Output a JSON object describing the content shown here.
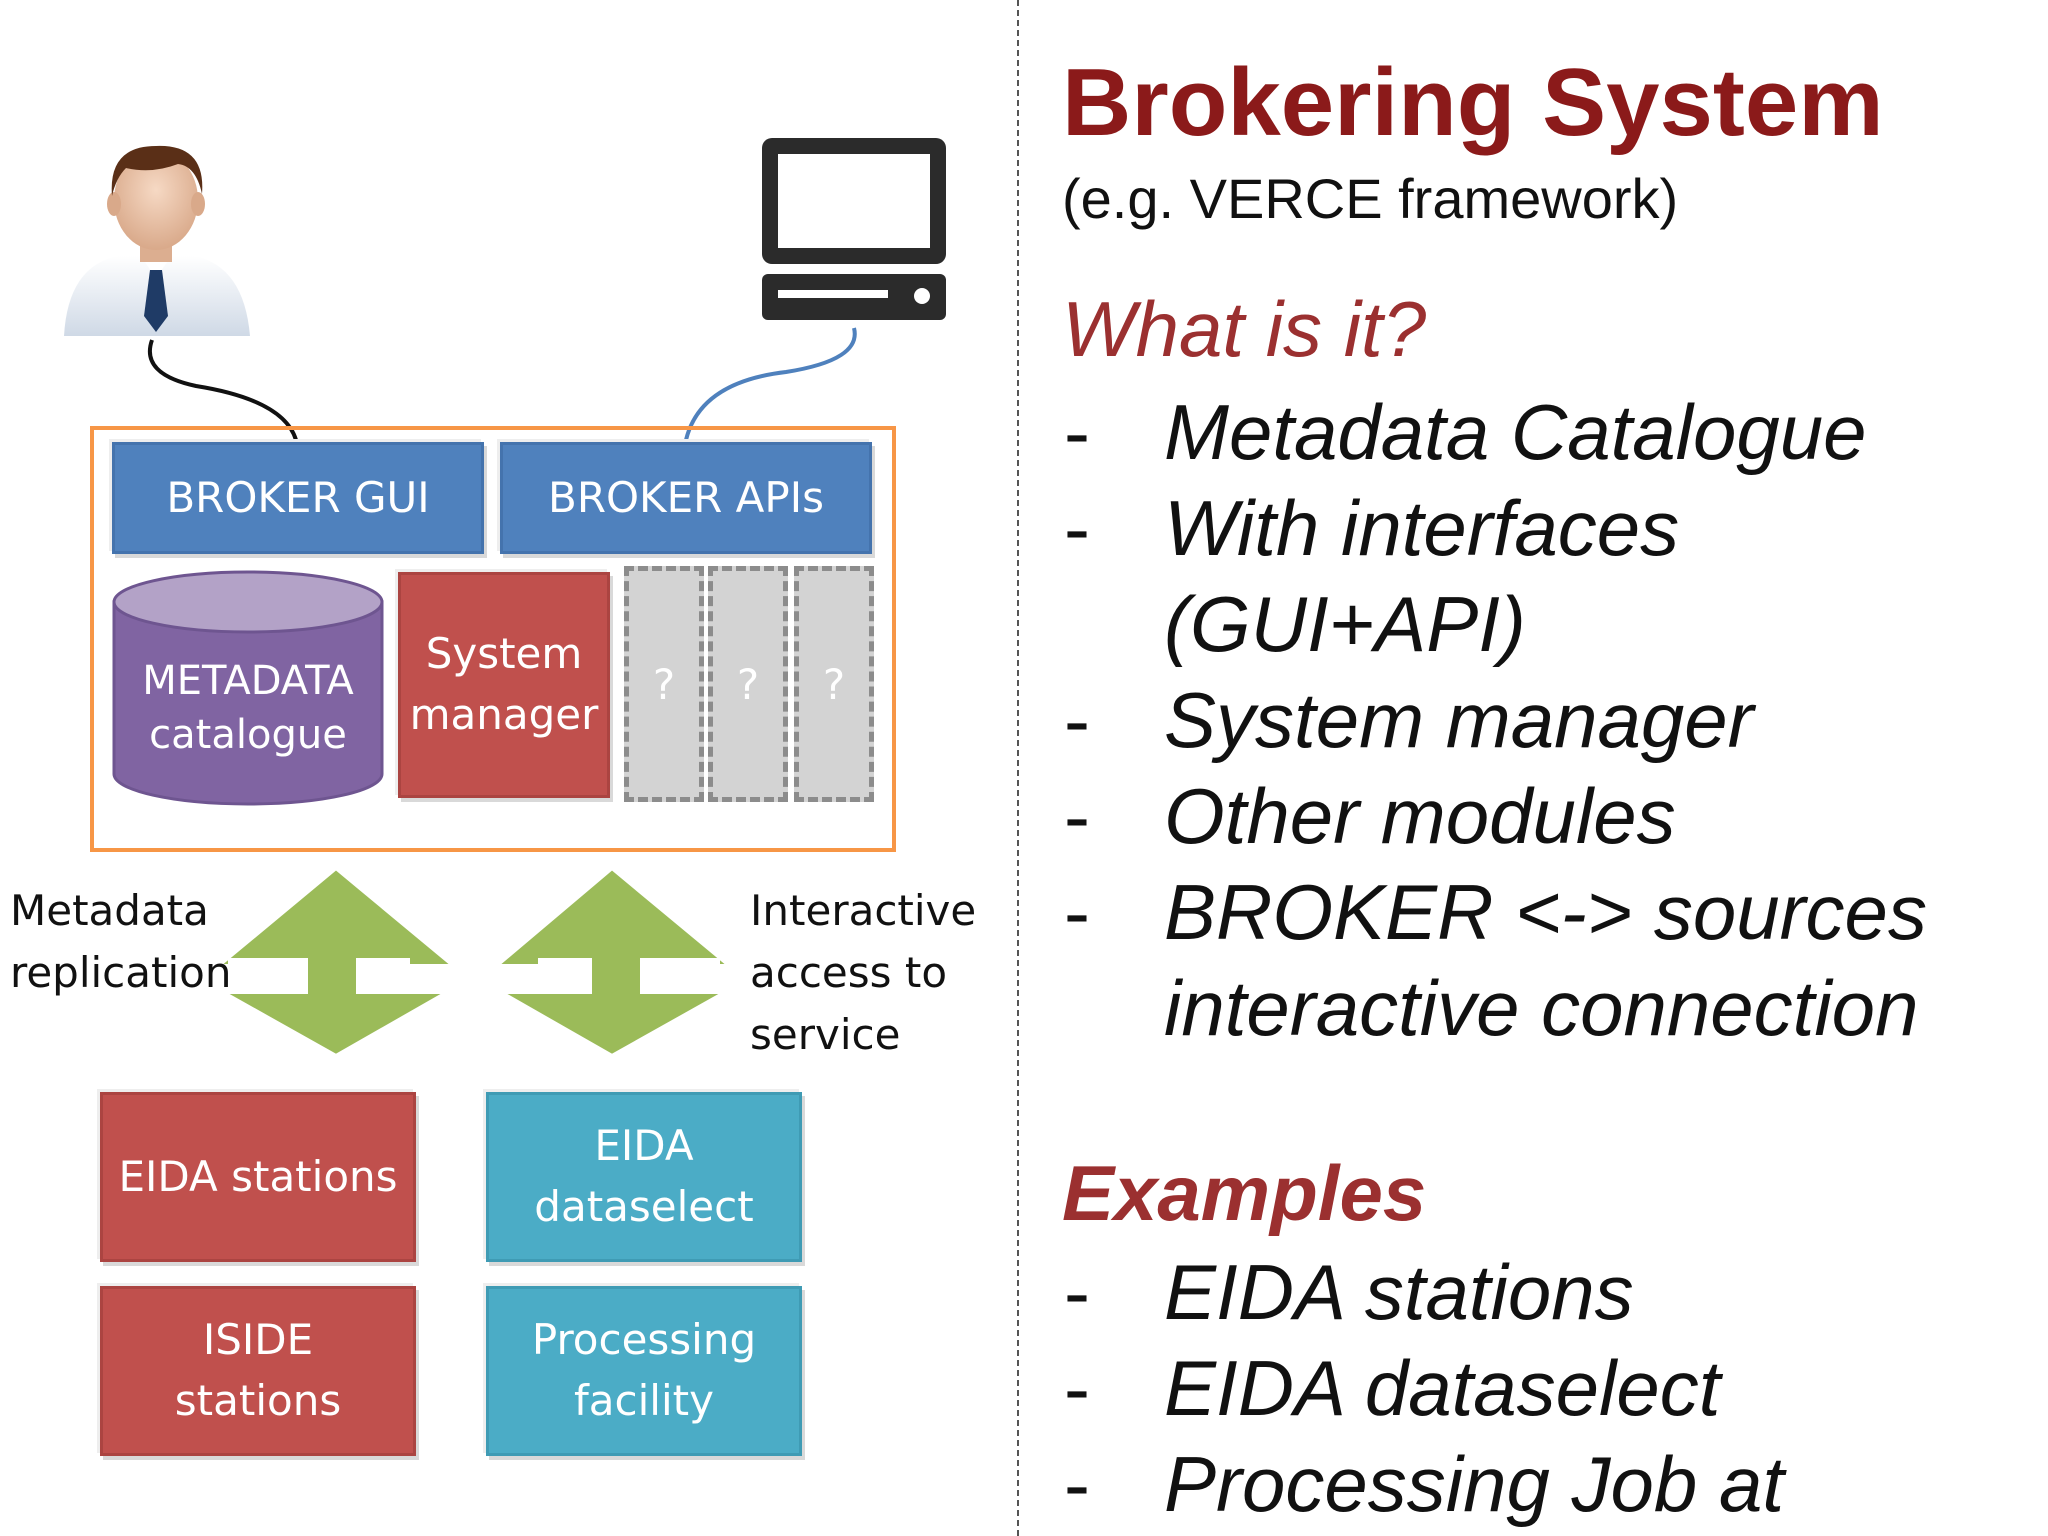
{
  "diagram": {
    "broker_gui": "BROKER GUI",
    "broker_apis": "BROKER APIs",
    "metadata_catalogue": "METADATA\ncatalogue",
    "system_manager": "System\nmanager",
    "unknown_modules": [
      "?",
      "?",
      "?"
    ],
    "left_arrow_label": "Metadata\nreplication",
    "right_arrow_label": "Interactive\naccess to\nservice",
    "eida_stations": "EIDA stations",
    "eida_dataselect": "EIDA\ndataselect",
    "iside_stations": "ISIDE\nstations",
    "processing_facility": "Processing\nfacility",
    "icons": {
      "user": "user-avatar-icon",
      "computer": "computer-monitor-icon"
    },
    "colors": {
      "blue": "#4f81bd",
      "red": "#c0504d",
      "teal": "#4bacc6",
      "purple": "#8064a2",
      "green": "#9bbb59",
      "orange": "#f79646"
    }
  },
  "panel": {
    "title": "Brokering System",
    "subtitle": "(e.g. VERCE framework)",
    "what_heading": "What is it?",
    "what_items": [
      "Metadata Catalogue",
      "With interfaces\n(GUI+API)",
      "System manager",
      "Other modules",
      "BROKER <-> sources\ninteractive connection"
    ],
    "examples_heading": "Examples",
    "example_items": [
      "EIDA stations",
      "EIDA dataselect",
      "Processing Job at"
    ],
    "dash": "-"
  }
}
